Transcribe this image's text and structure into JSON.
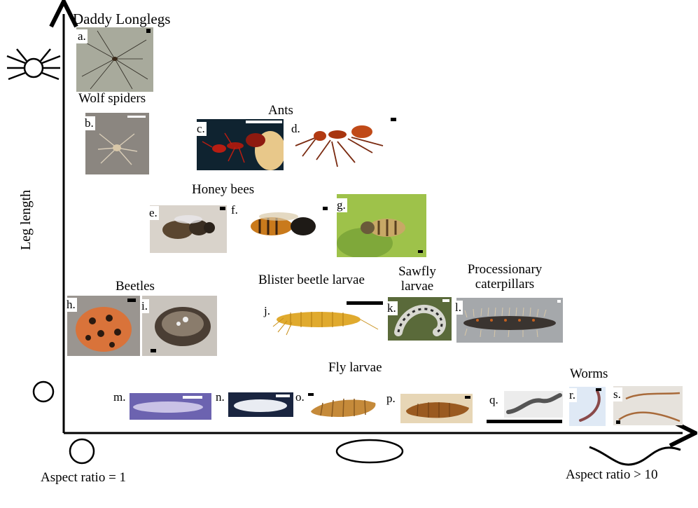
{
  "axes": {
    "y_label": "Leg length",
    "x_label_left": "Aspect ratio  = 1",
    "x_label_right": "Aspect ratio  > 10"
  },
  "groups": {
    "daddy_longlegs": "Daddy Longlegs",
    "wolf_spiders": "Wolf spiders",
    "ants": "Ants",
    "honey_bees": "Honey bees",
    "beetles": "Beetles",
    "blister_beetle_larvae": "Blister beetle larvae",
    "sawfly_line1": "Sawfly",
    "sawfly_line2": "larvae",
    "processionary_line1": "Processionary",
    "processionary_line2": "caterpillars",
    "fly_larvae": "Fly larvae",
    "worms": "Worms"
  },
  "specimens": {
    "a": "a.",
    "b": "b.",
    "c": "c.",
    "d": "d.",
    "e": "e.",
    "f": "f.",
    "g": "g.",
    "h": "h.",
    "i": "i.",
    "j": "j.",
    "k": "k.",
    "l": "l.",
    "m": "m.",
    "n": "n.",
    "o": "o.",
    "p": "p.",
    "q": "q.",
    "r": "r.",
    "s": "s."
  },
  "icons": {
    "long_legs": "body-with-long-legs-icon",
    "short_legs": "body-no-legs-icon",
    "aspect_round": "circle-icon",
    "aspect_oval": "ellipse-icon",
    "aspect_long": "wavy-worm-icon"
  }
}
